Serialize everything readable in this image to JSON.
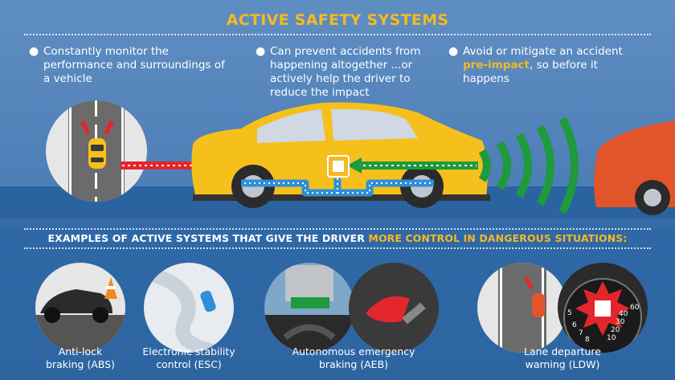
{
  "title": "ACTIVE SAFETY SYSTEMS",
  "bullets": [
    "Constantly monitor the performance and surroundings of a vehicle",
    "Can prevent accidents from happening altogether ...or actively help the driver to reduce the impact",
    {
      "pre": "Avoid or mitigate an accident",
      "highlight": "pre-impact",
      "post": ", so before it happens"
    }
  ],
  "examples_heading": {
    "main": "EXAMPLES OF ACTIVE SYSTEMS THAT GIVE THE DRIVER",
    "highlight": "MORE CONTROL IN DANGEROUS SITUATIONS:"
  },
  "examples": [
    {
      "line1": "Anti-lock",
      "line2": "braking (ABS)"
    },
    {
      "line1": "Electronic stability",
      "line2": "control (ESC)"
    },
    {
      "line1": "Autonomous emergency",
      "line2": "braking (AEB)"
    },
    {
      "line1": "Lane departure",
      "line2": "warning (LDW)"
    }
  ],
  "gauge_numbers": [
    "5",
    "6",
    "7",
    "8",
    "10",
    "20",
    "30",
    "40",
    "60"
  ],
  "colors": {
    "accent": "#f5b923",
    "background": "#4d7eb6",
    "car": "#f5c01c",
    "signal_red": "#e3262b",
    "signal_green": "#1f9a3c",
    "signal_blue": "#2f8fd8"
  }
}
